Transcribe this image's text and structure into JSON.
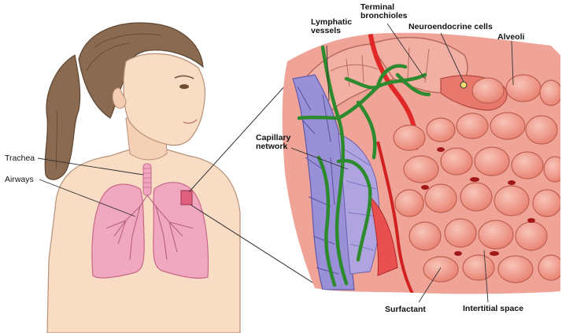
{
  "labels": {
    "trachea": "Trachea",
    "airways": "Airways",
    "capillary_network": "Capillary network",
    "lymphatic_vessels": "Lymphatic vessels",
    "terminal_bronchioles": "Terminal bronchioles",
    "neuroendocrine_cells": "Neuroendocrine cells",
    "alveoli": "Alveoli",
    "surfactant": "Surfactant",
    "interstitial_space": "Intertitial space"
  },
  "colors": {
    "skin": "#f8dcc4",
    "hair": "#8a6a50",
    "lung": "#f0a8c0",
    "alveoli": "#f0a498",
    "lymphatic": "#2e8a2e",
    "capillary": "#8a80d0",
    "vessel_red": "#e02828"
  }
}
